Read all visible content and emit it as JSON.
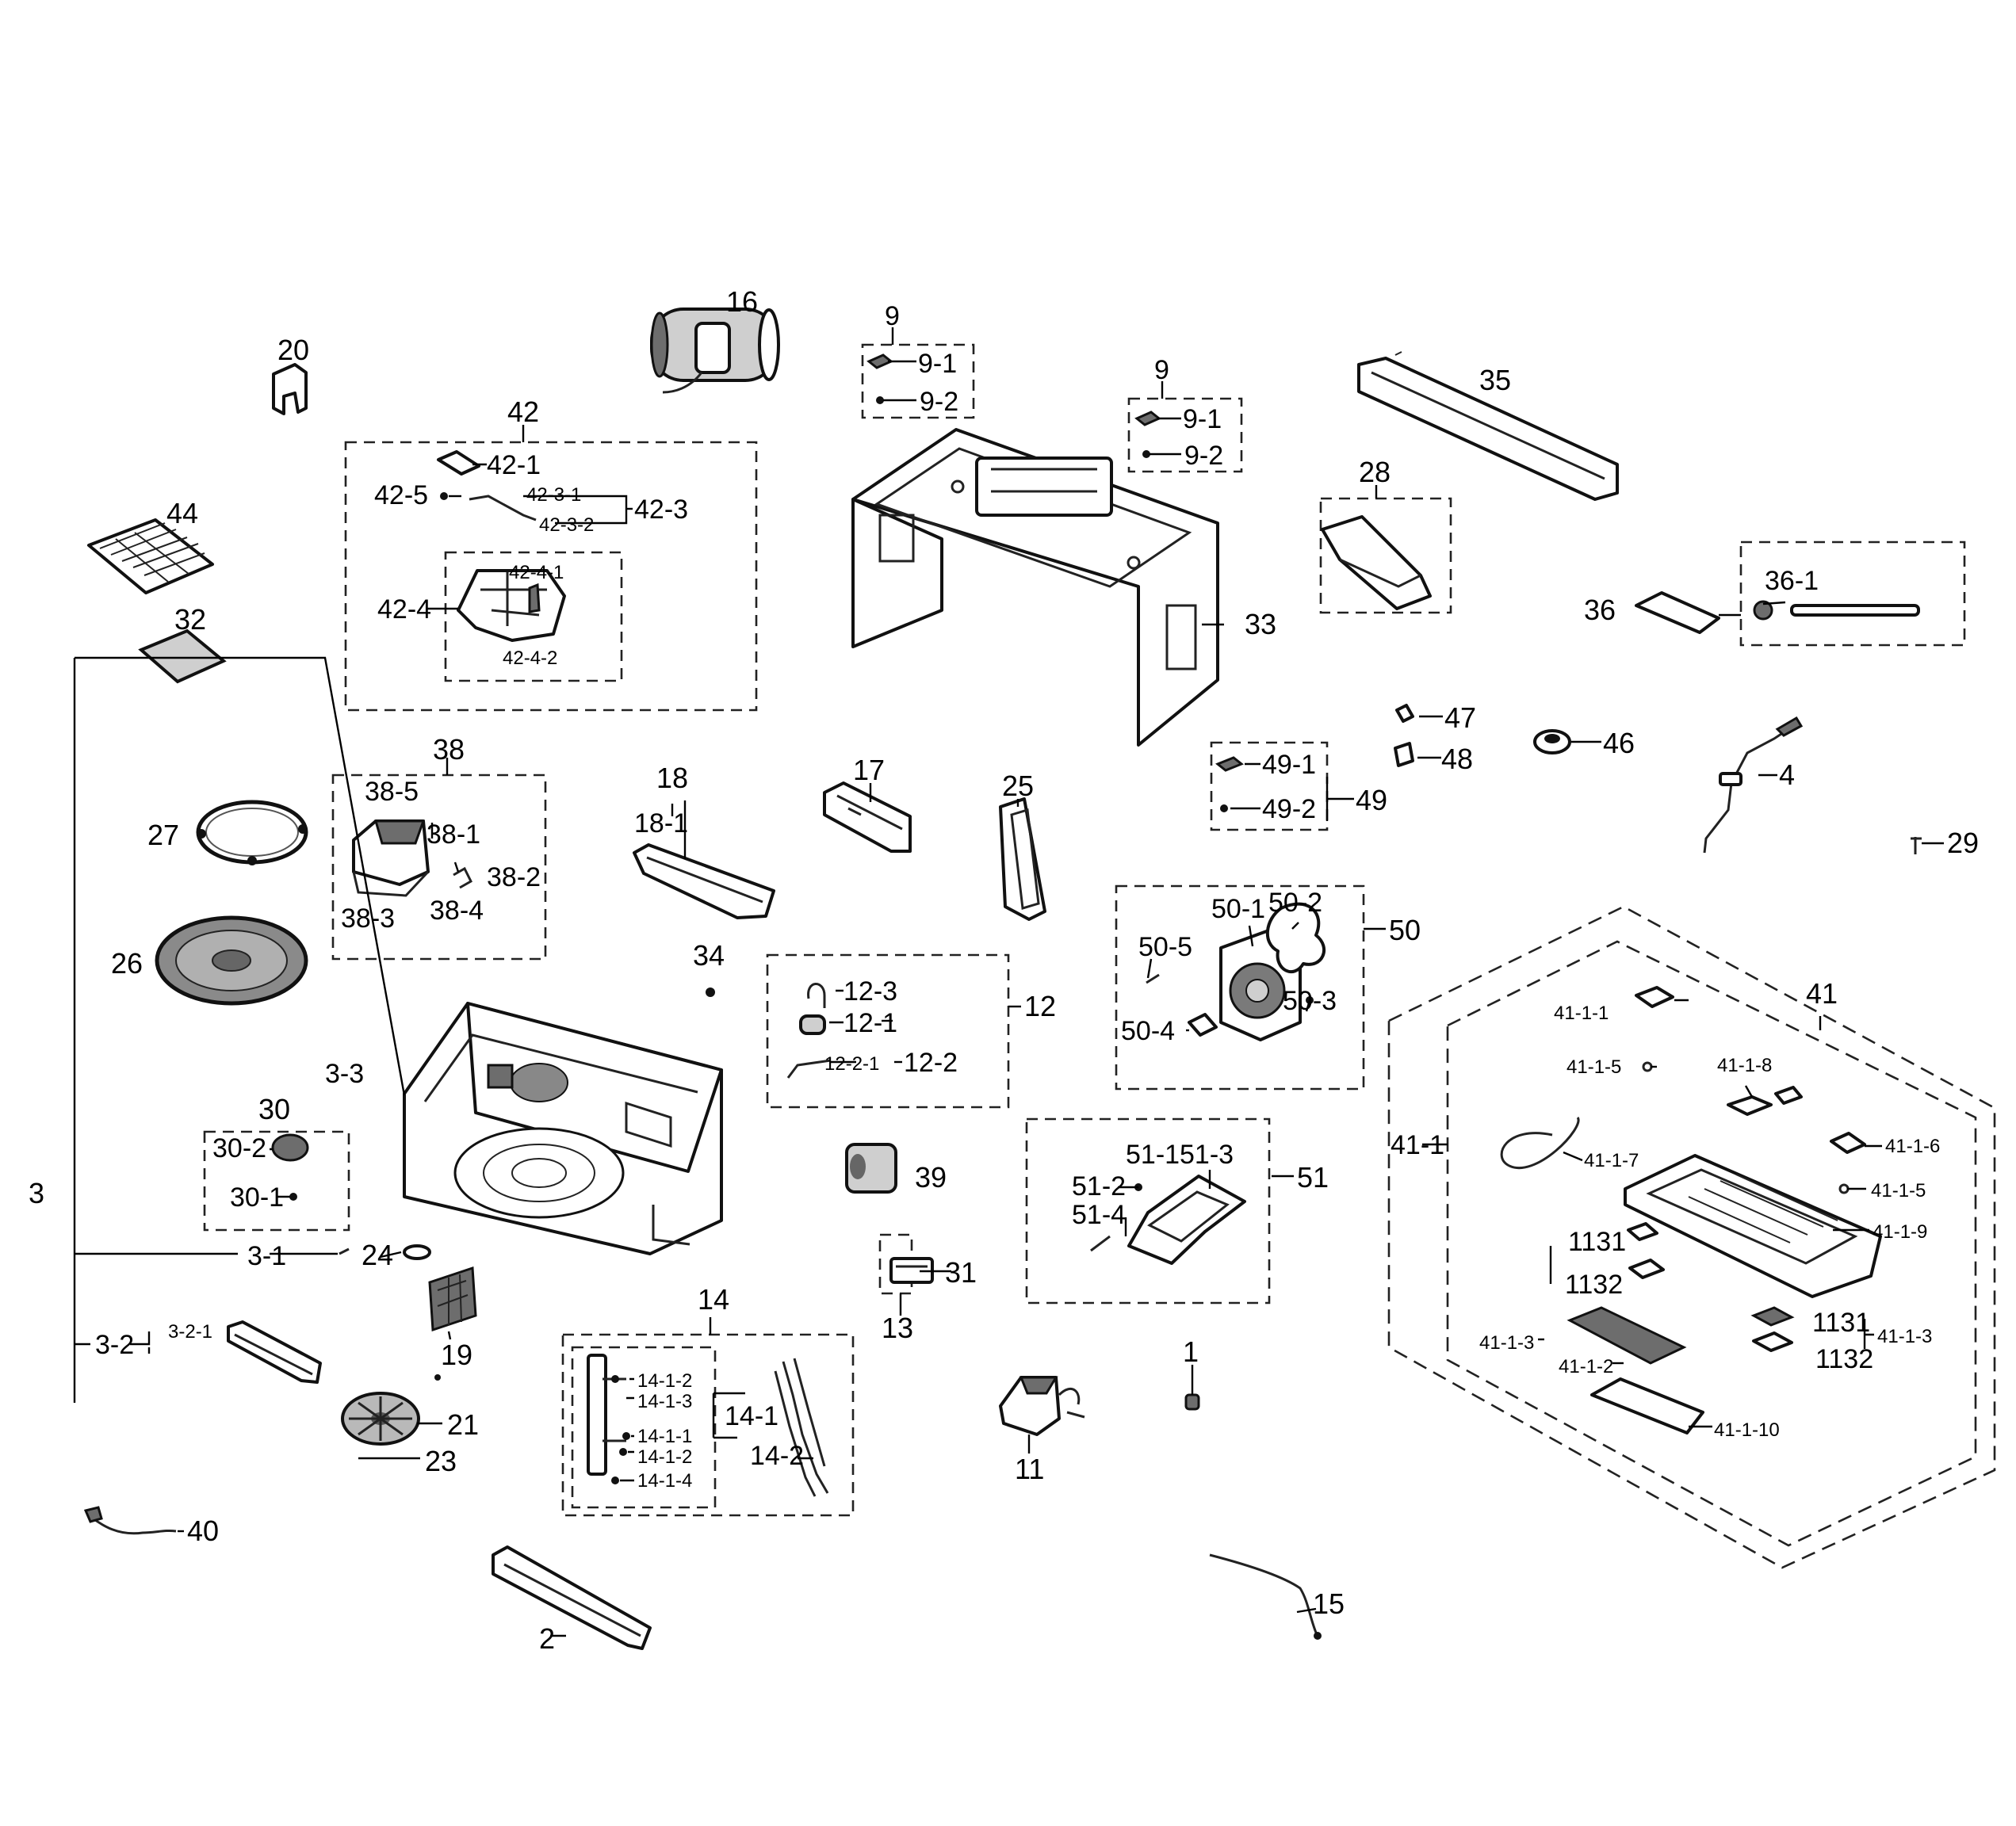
{
  "parts": {
    "p1": "1",
    "p2": "2",
    "p3": "3",
    "p3_1": "3-1",
    "p3_2": "3-2",
    "p3_2_1": "3-2-1",
    "p3_3": "3-3",
    "p4": "4",
    "p9a": "9",
    "p9a_1": "9-1",
    "p9a_2": "9-2",
    "p9b": "9",
    "p9b_1": "9-1",
    "p9b_2": "9-2",
    "p11": "11",
    "p12": "12",
    "p12_1": "12-1",
    "p12_2": "12-2",
    "p12_2_1": "12-2-1",
    "p12_3": "12-3",
    "p13": "13",
    "p14": "14",
    "p14_1": "14-1",
    "p14_1_1": "14-1-1",
    "p14_1_2a": "14-1-2",
    "p14_1_2b": "14-1-2",
    "p14_1_3": "14-1-3",
    "p14_1_4": "14-1-4",
    "p14_2": "14-2",
    "p15": "15",
    "p16": "16",
    "p17": "17",
    "p18": "18",
    "p18_1": "18-1",
    "p19": "19",
    "p20": "20",
    "p21": "21",
    "p23": "23",
    "p24": "24",
    "p25": "25",
    "p26": "26",
    "p27": "27",
    "p28": "28",
    "p29": "29",
    "p30": "30",
    "p30_1": "30-1",
    "p30_2": "30-2",
    "p31": "31",
    "p32": "32",
    "p33": "33",
    "p34": "34",
    "p35": "35",
    "p36": "36",
    "p36_1": "36-1",
    "p38": "38",
    "p38_1": "38-1",
    "p38_2": "38-2",
    "p38_3": "38-3",
    "p38_4": "38-4",
    "p38_5": "38-5",
    "p39": "39",
    "p40": "40",
    "p41": "41",
    "p41_1": "41-1",
    "p41_1_1": "41-1-1",
    "p41_1_2": "41-1-2",
    "p41_1_3a": "41-1-3",
    "p41_1_3b": "41-1-3",
    "p41_1_5a": "41-1-5",
    "p41_1_5b": "41-1-5",
    "p41_1_6": "41-1-6",
    "p41_1_7": "41-1-7",
    "p41_1_8": "41-1-8",
    "p41_1_9": "41-1-9",
    "p41_1_10": "41-1-10",
    "p1131a": "1131",
    "p1132a": "1132",
    "p1131b": "1131",
    "p1132b": "1132",
    "p42": "42",
    "p42_1": "42-1",
    "p42_3": "42-3",
    "p42_3_1": "42-3-1",
    "p42_3_2": "42-3-2",
    "p42_4": "42-4",
    "p42_4_1": "42-4-1",
    "p42_4_2": "42-4-2",
    "p42_5": "42-5",
    "p44": "44",
    "p46": "46",
    "p47": "47",
    "p48": "48",
    "p49": "49",
    "p49_1": "49-1",
    "p49_2": "49-2",
    "p50": "50",
    "p50_1": "50-1",
    "p50_2": "50-2",
    "p50_3": "50-3",
    "p50_4": "50-4",
    "p50_5": "50-5",
    "p51": "51",
    "p51_1": "51-1",
    "p51_2": "51-2",
    "p51_3": "51-3",
    "p51_4": "51-4"
  }
}
